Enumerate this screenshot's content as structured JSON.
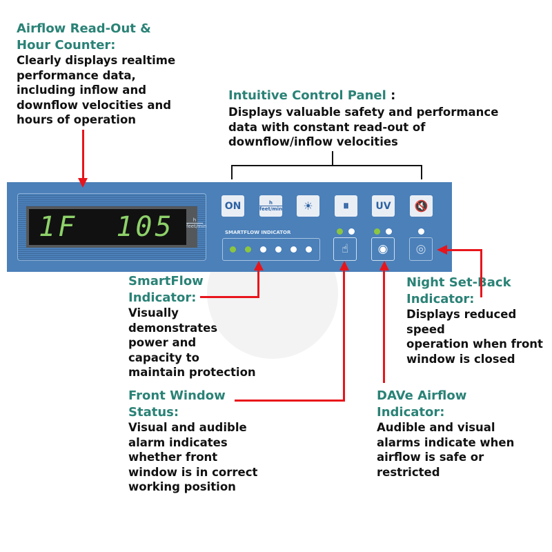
{
  "callouts": {
    "airflow": {
      "title": [
        "Airflow Read-Out &",
        "Hour Counter:"
      ],
      "body": [
        "Clearly displays realtime",
        "performance data,",
        "including inflow and",
        "downflow velocities and",
        "hours of operation"
      ]
    },
    "control": {
      "title": "Intuitive Control Panel",
      "title_suffix": " :",
      "body": [
        "Displays valuable safety and performance",
        "data with constant read-out of",
        "downflow/inflow velocities"
      ]
    },
    "smartflow": {
      "title": [
        "SmartFlow",
        "Indicator:"
      ],
      "body": [
        "Visually",
        "demonstrates",
        "power and",
        "capacity to",
        "maintain protection"
      ]
    },
    "front": {
      "title": [
        "Front Window",
        "Status:"
      ],
      "body": [
        "Visual and audible",
        "alarm indicates",
        "whether front",
        "window is in correct",
        "working position"
      ]
    },
    "dave": {
      "title": [
        "DAVe Airflow",
        "Indicator:"
      ],
      "body": [
        "Audible and visual",
        "alarms indicate when",
        "airflow is safe or",
        "restricted"
      ]
    },
    "night": {
      "title": [
        "Night Set-Back",
        "Indicator:"
      ],
      "body": [
        "Displays reduced speed",
        "operation when front",
        "window is closed"
      ]
    }
  },
  "panel": {
    "display": "1F  105",
    "display_unit_top": "h",
    "display_unit_bottom": "feet/min",
    "buttons": {
      "on": "ON",
      "unit_top": "h",
      "unit_bottom": "feet/min",
      "uv": "UV"
    },
    "smartflow_label": "SMARTFLOW INDICATOR",
    "smartflow_leds_lit": 2,
    "smartflow_leds_total": 6
  },
  "colors": {
    "heading": "#2a8276",
    "panel": "#4b80b9",
    "arrow": "#e8141b",
    "led_on": "#8cc63f"
  }
}
